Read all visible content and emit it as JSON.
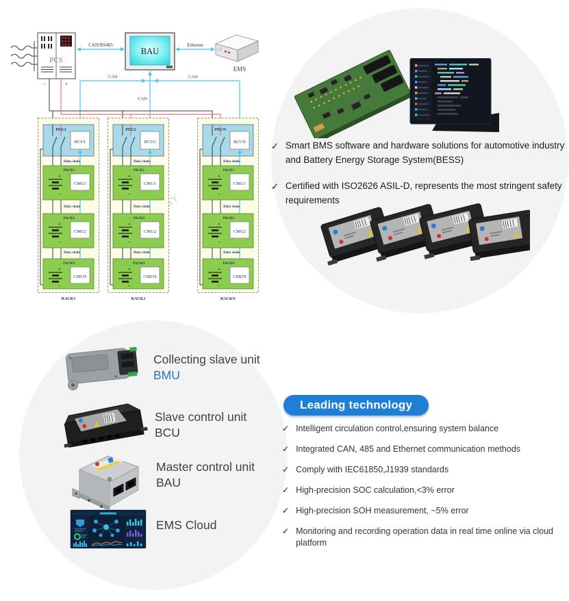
{
  "check_glyph": "✓",
  "watermark": "GY",
  "diagram": {
    "pcs": "PCS",
    "bau": "BAU",
    "ems": "EMS",
    "link_pcs_bau": "CAN/RS485",
    "link_bau_ems": "Ethernet",
    "bus_left": "CAN",
    "bus_right": "CAN",
    "bus_mid": "CAN",
    "daisy": "Daisy chain",
    "plus_sign": "+",
    "minus_sign": "−",
    "racks": [
      {
        "pdu": "PDU1",
        "bcu": "BCU1",
        "rack": "RACK1",
        "packs": [
          {
            "pack": "PACK1",
            "cmu": "CMU1"
          },
          {
            "pack": "PACK2",
            "cmu": "CMU2"
          },
          {
            "pack": "PACKN",
            "cmu": "CMUN"
          }
        ]
      },
      {
        "pdu": "PDU2",
        "bcu": "BCU2",
        "rack": "RACK2",
        "packs": [
          {
            "pack": "PACK1",
            "cmu": "CMU1"
          },
          {
            "pack": "PACK2",
            "cmu": "CMU2"
          },
          {
            "pack": "PACKN",
            "cmu": "CMUN"
          }
        ]
      },
      {
        "pdu": "PDUN",
        "bcu": "BCUN",
        "rack": "RACKN",
        "packs": [
          {
            "pack": "PACK1",
            "cmu": "CMU1"
          },
          {
            "pack": "PACK2",
            "cmu": "CMU2"
          },
          {
            "pack": "PACKN",
            "cmu": "CMUN"
          }
        ]
      }
    ]
  },
  "intro": {
    "bullets": [
      "Smart BMS software and hardware solutions for automotive industry and Battery Energy Storage System(BESS)",
      "Certified with ISO2626 ASIL-D, represents the most stringent safety requirements"
    ]
  },
  "products": [
    {
      "title": "Collecting slave unit",
      "code": "BMU"
    },
    {
      "title": "Slave control unit",
      "code": "BCU"
    },
    {
      "title": "Master control unit",
      "code": "BAU"
    },
    {
      "title": "EMS Cloud",
      "code": ""
    }
  ],
  "leading": {
    "title": "Leading technology",
    "bullets": [
      "Intelligent circulation control,ensuring system balance",
      "Integrated CAN, 485 and Ethernet communication methods",
      "Comply with IEC61850,J1939 standards",
      "High-precision SOC calculation,<3% error",
      "High-precision SOH measurement, ~5% error",
      "Monitoring and recording operation data in real time online via cloud platform"
    ]
  },
  "colors": {
    "accent_blue": "#1e7fd6",
    "bmu_blue": "#2e74b5",
    "pack_green": "#8ccc4e",
    "pdu_blue": "#a9d9e9",
    "can_cyan": "#45c8f0",
    "wire_red": "#e07a72",
    "rack_bg": "#fdfce6",
    "circle_bg": "#f3f3f3"
  }
}
